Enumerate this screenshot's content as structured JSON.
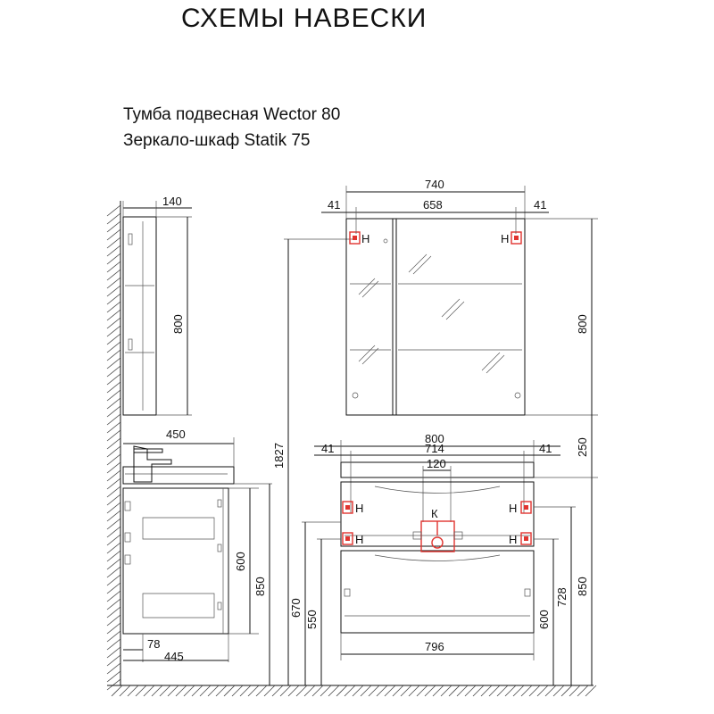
{
  "title": "СХЕМЫ НАВЕСКИ",
  "subtitles": [
    "Тумба подвесная Wector 80",
    "Зеркало-шкаф Statik 75"
  ],
  "mirror_side": {
    "depth": "140",
    "height": "800"
  },
  "mirror_front": {
    "width": "740",
    "inner": "658",
    "left_offset": "41",
    "right_offset": "41",
    "height": "800"
  },
  "vanity_side": {
    "depth": "450",
    "height": "600",
    "floor_height": "850",
    "bottom_offset": "78",
    "bottom_depth": "445"
  },
  "vanity_front": {
    "width": "800",
    "inner": "714",
    "left_offset": "41",
    "right_offset": "41",
    "center": "120",
    "width_bottom": "796"
  },
  "heights": {
    "total": "1827",
    "gap": "250",
    "h670": "670",
    "h550": "550",
    "h600": "600",
    "h728": "728",
    "h850": "850"
  },
  "markers": {
    "hook": "Н",
    "pipe": "К"
  },
  "colors": {
    "line": "#111111",
    "marker": "#e0342f",
    "wall_hatch": "#444444"
  }
}
